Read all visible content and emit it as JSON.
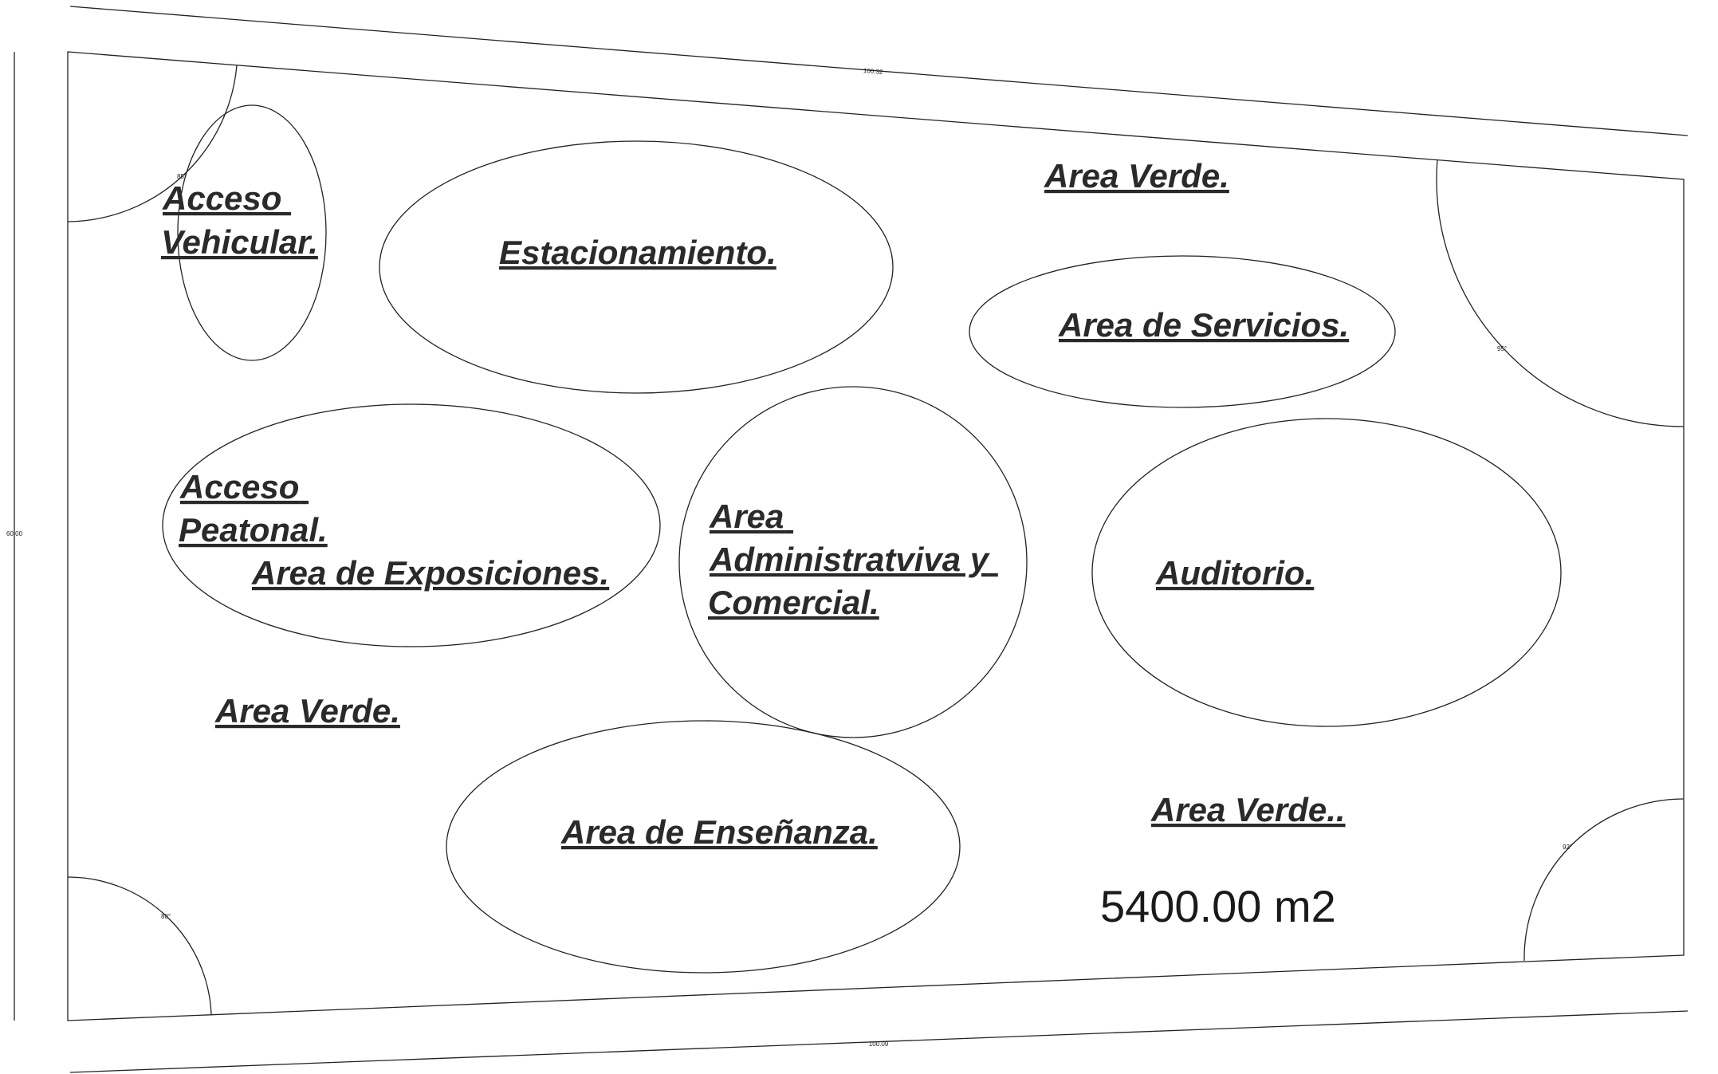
{
  "zones": {
    "acceso_vehicular": [
      "Acceso",
      "Vehicular."
    ],
    "estacionamiento": "Estacionamiento.",
    "area_verde_top": "Area Verde.",
    "area_servicios": "Area  de Servicios.",
    "acceso_peatonal": [
      "Acceso",
      "Peatonal."
    ],
    "area_exposiciones": "Area de Exposiciones.",
    "area_administrativa": [
      "Area",
      "Administratviva y",
      "Comercial."
    ],
    "auditorio": "Auditorio.",
    "area_verde_left": "Area Verde.",
    "area_ensenanza": "Area  de Enseñanza.",
    "area_verde_right": "Area Verde.."
  },
  "total_area": "5400.00 m2",
  "dimensions": {
    "top": "100.32",
    "bottom": "100.09",
    "left": "60.00"
  },
  "angles": {
    "top_left": "85°",
    "top_right": "95°",
    "bottom_left": "88°",
    "bottom_right": "92°"
  }
}
